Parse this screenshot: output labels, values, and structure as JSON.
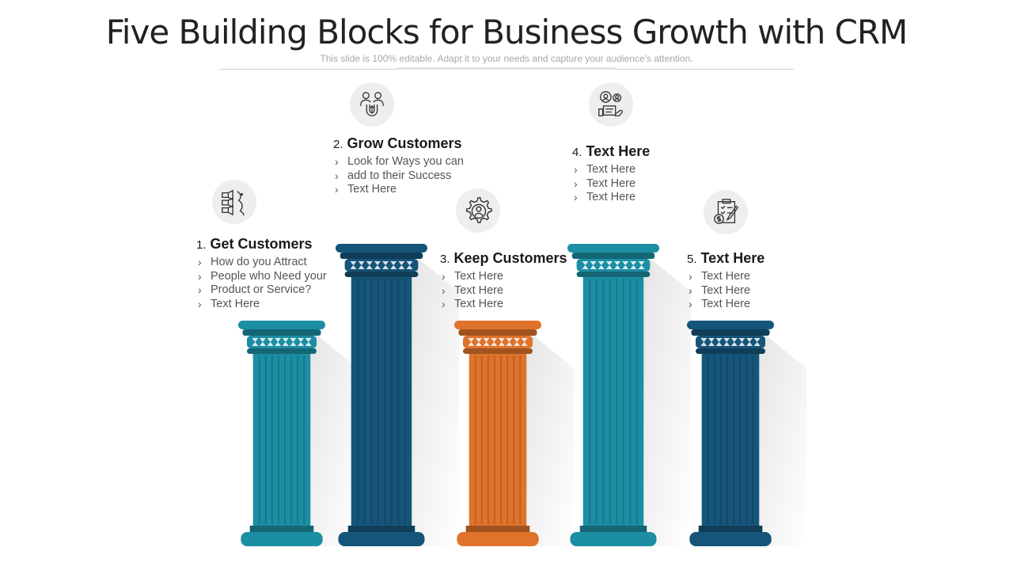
{
  "title": "Five Building Blocks for Business Growth with CRM",
  "subtitle": "This slide is 100% editable. Adapt it to your needs and capture your audience's attention.",
  "colors": {
    "teal": "#1c8ea3",
    "navy": "#16557a",
    "orange": "#e0732b"
  },
  "blocks": [
    {
      "number": "1.",
      "heading": "Get Customers",
      "icon": "marketing-megaphones-icon",
      "bullets": [
        "How do you Attract",
        "People who Need your",
        "Product or Service?",
        "Text Here"
      ]
    },
    {
      "number": "2.",
      "heading": "Grow Customers",
      "icon": "customer-magnet-icon",
      "bullets": [
        "Look for Ways you can",
        "add to their Success",
        "Text Here"
      ]
    },
    {
      "number": "3.",
      "heading": "Keep Customers",
      "icon": "user-gear-icon",
      "bullets": [
        "Text Here",
        "Text Here",
        "Text Here"
      ]
    },
    {
      "number": "4.",
      "heading": "Text Here",
      "icon": "customer-feedback-icon",
      "bullets": [
        "Text Here",
        "Text Here",
        "Text Here"
      ]
    },
    {
      "number": "5.",
      "heading": "Text Here",
      "icon": "financial-report-icon",
      "bullets": [
        "Text Here",
        "Text Here",
        "Text Here"
      ]
    }
  ]
}
